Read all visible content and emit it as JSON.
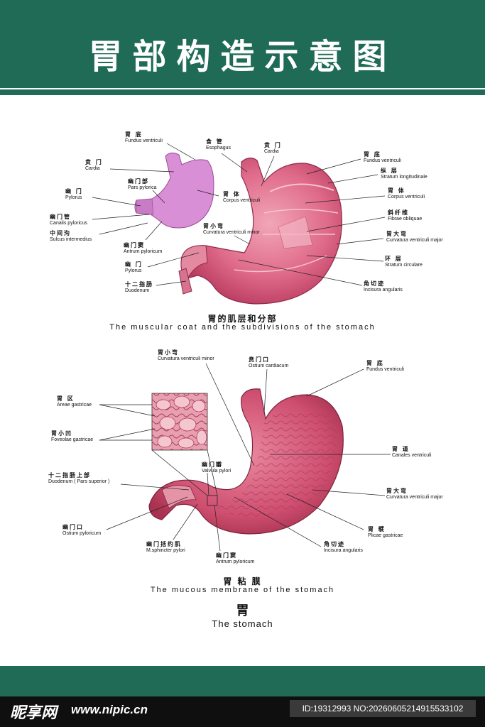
{
  "header": {
    "title": "胃部构造示意图"
  },
  "fig1": {
    "caption_zh": "胃的肌层和分部",
    "caption_en": "The muscular coat and the subdivisions of the stomach",
    "labels": [
      {
        "zh": "胃 底",
        "la": "Fundus ventriculi"
      },
      {
        "zh": "贲 门",
        "la": "Cardia"
      },
      {
        "zh": "幽门部",
        "la": "Pars pylorica"
      },
      {
        "zh": "幽 门",
        "la": "Pylorus"
      },
      {
        "zh": "幽门管",
        "la": "Canalis pyloricus"
      },
      {
        "zh": "中间沟",
        "la": "Sulcus intermedius"
      },
      {
        "zh": "幽门窦",
        "la": "Antrum pyloricum"
      },
      {
        "zh": "胃 体",
        "la": "Corpus ventriculi"
      },
      {
        "zh": "幽 门",
        "la": "Pylorus"
      },
      {
        "zh": "十二指肠",
        "la": "Duodenum"
      },
      {
        "zh": "食 管",
        "la": "Esophagus"
      },
      {
        "zh": "贲 门",
        "la": "Cardia"
      },
      {
        "zh": "胃小弯",
        "la": "Curvatura ventriculi minor"
      },
      {
        "zh": "胃 底",
        "la": "Fundus ventriculi"
      },
      {
        "zh": "纵 层",
        "la": "Stratum longitudinale"
      },
      {
        "zh": "胃 体",
        "la": "Corpus ventriculi"
      },
      {
        "zh": "斜纤维",
        "la": "Fibrae obliquae"
      },
      {
        "zh": "胃大弯",
        "la": "Curvatura ventriculi major"
      },
      {
        "zh": "环 层",
        "la": "Stratum circulare"
      },
      {
        "zh": "角切迹",
        "la": "Incisura angularis"
      }
    ]
  },
  "fig2": {
    "caption_zh": "胃 粘 膜",
    "caption_en": "The mucous membrane of the stomach",
    "labels": [
      {
        "zh": "胃小弯",
        "la": "Curvatura ventriculi minor"
      },
      {
        "zh": "贲门口",
        "la": "Ostium cardiacum"
      },
      {
        "zh": "胃 底",
        "la": "Fundus ventriculi"
      },
      {
        "zh": "胃 区",
        "la": "Areae gastricae"
      },
      {
        "zh": "胃小凹",
        "la": "Foveolae gastricae"
      },
      {
        "zh": "胃 道",
        "la": "Canales ventriculi"
      },
      {
        "zh": "幽门瓣",
        "la": "Valvula pylori"
      },
      {
        "zh": "十二指肠上部",
        "la": "Duodenum ( Pars superior )"
      },
      {
        "zh": "胃大弯",
        "la": "Curvatura ventriculi major"
      },
      {
        "zh": "幽门口",
        "la": "Ostium pyloricum"
      },
      {
        "zh": "胃 襞",
        "la": "Plicae gastricae"
      },
      {
        "zh": "幽门括约肌",
        "la": "M.sphincter pylori"
      },
      {
        "zh": "角切迹",
        "la": "Incisura angularis"
      },
      {
        "zh": "幽门窦",
        "la": "Antrum pyloricum"
      }
    ]
  },
  "overall": {
    "title_zh": "胃",
    "title_en": "The stomach"
  },
  "watermark": {
    "logo": "昵享网",
    "url": "www.nipic.cn",
    "id": "ID:19312993 NO:20260605214915533102"
  },
  "colors": {
    "header": "#1f6b55",
    "muscle": "#d9577a",
    "mucosa": "#c94a6a",
    "schematic": "#d98fd6"
  }
}
